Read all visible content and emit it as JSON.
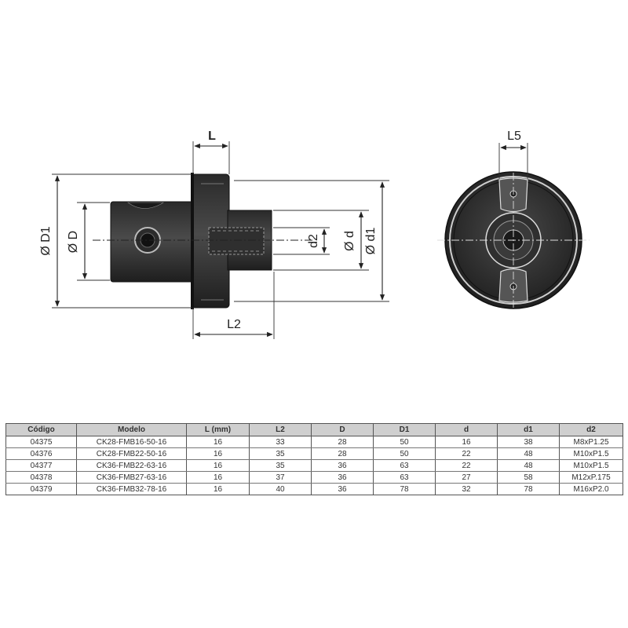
{
  "dimensions": {
    "L": "L",
    "L2": "L2",
    "L5": "L5",
    "D1": "Ø D1",
    "D": "Ø D",
    "d2": "d2",
    "d": "Ø d",
    "d1": "Ø d1"
  },
  "table": {
    "headers": [
      "Código",
      "Modelo",
      "L (mm)",
      "L2",
      "D",
      "D1",
      "d",
      "d1",
      "d2"
    ],
    "rows": [
      [
        "04375",
        "CK28-FMB16-50-16",
        "16",
        "33",
        "28",
        "50",
        "16",
        "38",
        "M8xP1.25"
      ],
      [
        "04376",
        "CK28-FMB22-50-16",
        "16",
        "35",
        "28",
        "50",
        "22",
        "48",
        "M10xP1.5"
      ],
      [
        "04377",
        "CK36-FMB22-63-16",
        "16",
        "35",
        "36",
        "63",
        "22",
        "48",
        "M10xP1.5"
      ],
      [
        "04378",
        "CK36-FMB27-63-16",
        "16",
        "37",
        "36",
        "63",
        "27",
        "58",
        "M12xP.175"
      ],
      [
        "04379",
        "CK36-FMB32-78-16",
        "16",
        "40",
        "36",
        "78",
        "32",
        "78",
        "M16xP2.0"
      ]
    ]
  }
}
